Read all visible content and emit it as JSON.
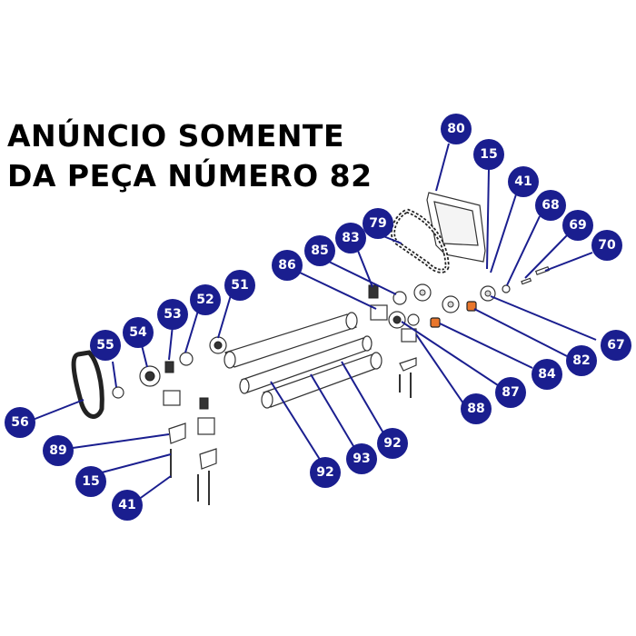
{
  "heading": {
    "line1": "ANÚNCIO SOMENTE",
    "line2": "DA PEÇA NÚMERO 82"
  },
  "colors": {
    "callout": "#1a1e8f",
    "highlight": "#e8762c",
    "heading": "#000000"
  },
  "callouts": [
    {
      "id": "c80",
      "label": "80"
    },
    {
      "id": "c15a",
      "label": "15"
    },
    {
      "id": "c41a",
      "label": "41"
    },
    {
      "id": "c68",
      "label": "68"
    },
    {
      "id": "c69",
      "label": "69"
    },
    {
      "id": "c70",
      "label": "70"
    },
    {
      "id": "c79",
      "label": "79"
    },
    {
      "id": "c83",
      "label": "83"
    },
    {
      "id": "c85",
      "label": "85"
    },
    {
      "id": "c86",
      "label": "86"
    },
    {
      "id": "c51",
      "label": "51"
    },
    {
      "id": "c52",
      "label": "52"
    },
    {
      "id": "c53",
      "label": "53"
    },
    {
      "id": "c54",
      "label": "54"
    },
    {
      "id": "c55",
      "label": "55"
    },
    {
      "id": "c56",
      "label": "56"
    },
    {
      "id": "c67",
      "label": "67"
    },
    {
      "id": "c82",
      "label": "82"
    },
    {
      "id": "c84",
      "label": "84"
    },
    {
      "id": "c87",
      "label": "87"
    },
    {
      "id": "c88",
      "label": "88"
    },
    {
      "id": "c92a",
      "label": "92"
    },
    {
      "id": "c93",
      "label": "93"
    },
    {
      "id": "c92b",
      "label": "92"
    },
    {
      "id": "c89",
      "label": "89"
    },
    {
      "id": "c15b",
      "label": "15"
    },
    {
      "id": "c41b",
      "label": "41"
    }
  ]
}
